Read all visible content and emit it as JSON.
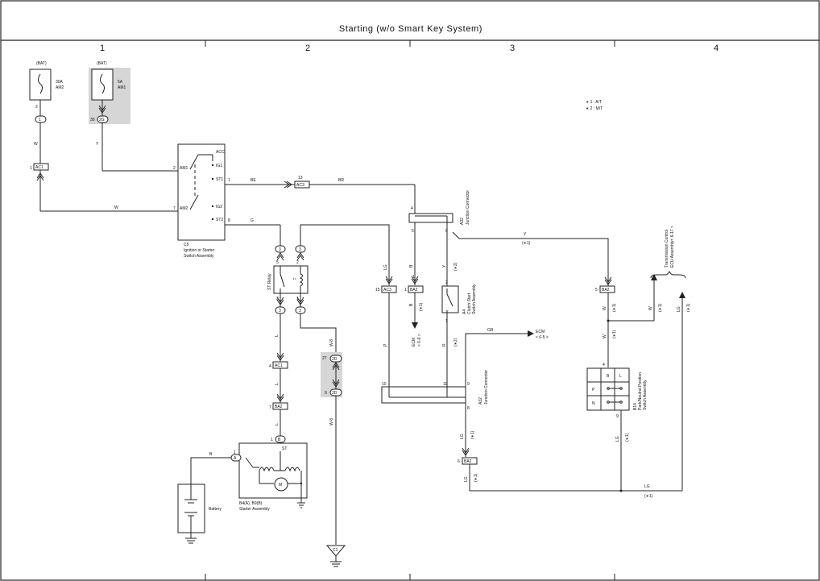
{
  "title": "Starting (w/o Smart Key System)",
  "columns": [
    "1",
    "2",
    "3",
    "4"
  ],
  "notes": [
    "∗ 1 : A/T",
    "∗ 2 : M/T"
  ],
  "fuses": [
    {
      "source": "(BAT)",
      "rating": "30A",
      "name": "AM2",
      "pin": "2",
      "connector": "1"
    },
    {
      "source": "(BAT)",
      "rating": "5A",
      "name": "AM1",
      "pin": "30",
      "connector": "2G"
    }
  ],
  "ignition_switch": {
    "code": "C5",
    "name_line1": "Ignition or Starter",
    "name_line2": "Switch Assembly",
    "terminals": [
      "ACC",
      "IG1",
      "ST1",
      "IG2",
      "ST2",
      "AM1",
      "AM2"
    ],
    "pins": [
      "2",
      "7",
      "1",
      "8"
    ]
  },
  "connectors": {
    "ac1": "AC1",
    "ac3": "AC3",
    "ba2": "BA2",
    "conn3": "3",
    "conn2d": "2D",
    "conn1": "1",
    "conn2g": "2G",
    "connb": "B",
    "conna": "A"
  },
  "wires": {
    "w": "W",
    "y": "Y",
    "be": "BE",
    "br": "BR",
    "g": "G",
    "lg": "LG",
    "b": "B",
    "l": "L",
    "w8": "W-8",
    "p": "P",
    "r": "R",
    "gr": "GR"
  },
  "pins": {
    "p1": "1",
    "p2": "2",
    "p3": "3",
    "p4": "4",
    "p5": "5",
    "p6": "6",
    "p7": "7",
    "p8": "8",
    "p9": "9",
    "p10": "10",
    "p11": "11",
    "p13": "13",
    "p15": "15",
    "p27": "27"
  },
  "notes_marks": {
    "n1": "(∗1)",
    "n2": "(∗2)"
  },
  "junction": {
    "code": "A32",
    "name": "Junction Connector"
  },
  "st_relay": {
    "name": "ST Relay"
  },
  "ecm": {
    "name": "ECM",
    "ref1": "< 6-6 >",
    "ref2": "< 6-5 >"
  },
  "clutch": {
    "code": "A4",
    "name_line1": "Clutch Start",
    "name_line2": "Switch Assembly"
  },
  "tcm": {
    "name_line1": "Transmission Control",
    "name_line2": "ECU Assembly< 6-17 >"
  },
  "pnp": {
    "code": "B14",
    "name_line1": "Park/Neutral Position",
    "name_line2": "Switch Assembly",
    "cols": [
      "B",
      "L"
    ],
    "rows": [
      "P",
      "N"
    ]
  },
  "starter": {
    "code": "B4(A), B9(B)",
    "name": "Starter Assembly",
    "term_st": "ST",
    "motor": "M"
  },
  "battery": {
    "name": "Battery"
  },
  "ground": {
    "code": "C1"
  }
}
